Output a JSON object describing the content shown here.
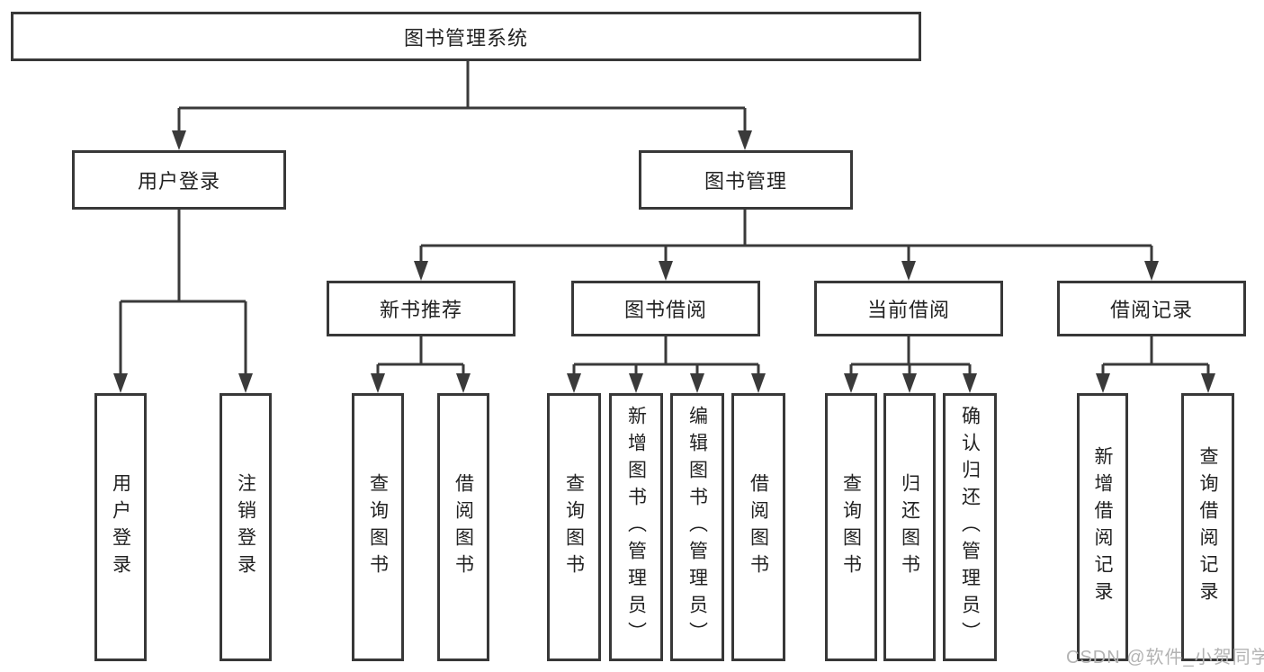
{
  "tree": {
    "root": {
      "label": "图书管理系统"
    },
    "branches": [
      {
        "label": "用户登录",
        "children": [
          {
            "label": "用户登录"
          },
          {
            "label": "注销登录"
          }
        ]
      },
      {
        "label": "图书管理",
        "children": [
          {
            "label": "新书推荐",
            "children": [
              {
                "label": "查询图书"
              },
              {
                "label": "借阅图书"
              }
            ]
          },
          {
            "label": "图书借阅",
            "children": [
              {
                "label": "查询图书"
              },
              {
                "label": "新增图书（管理员）"
              },
              {
                "label": "编辑图书（管理员）"
              },
              {
                "label": "借阅图书"
              }
            ]
          },
          {
            "label": "当前借阅",
            "children": [
              {
                "label": "查询图书"
              },
              {
                "label": "归还图书"
              },
              {
                "label": "确认归还（管理员）"
              }
            ]
          },
          {
            "label": "借阅记录",
            "children": [
              {
                "label": "新增借阅记录"
              },
              {
                "label": "查询借阅记录"
              }
            ]
          }
        ]
      }
    ]
  },
  "watermark": {
    "text": "CSDN @软件_小贺同学",
    "color": "#b3b3b3"
  },
  "colors": {
    "line": "#3a3a3a",
    "border": "#383838",
    "text": "#222222",
    "background": "#ffffff"
  }
}
